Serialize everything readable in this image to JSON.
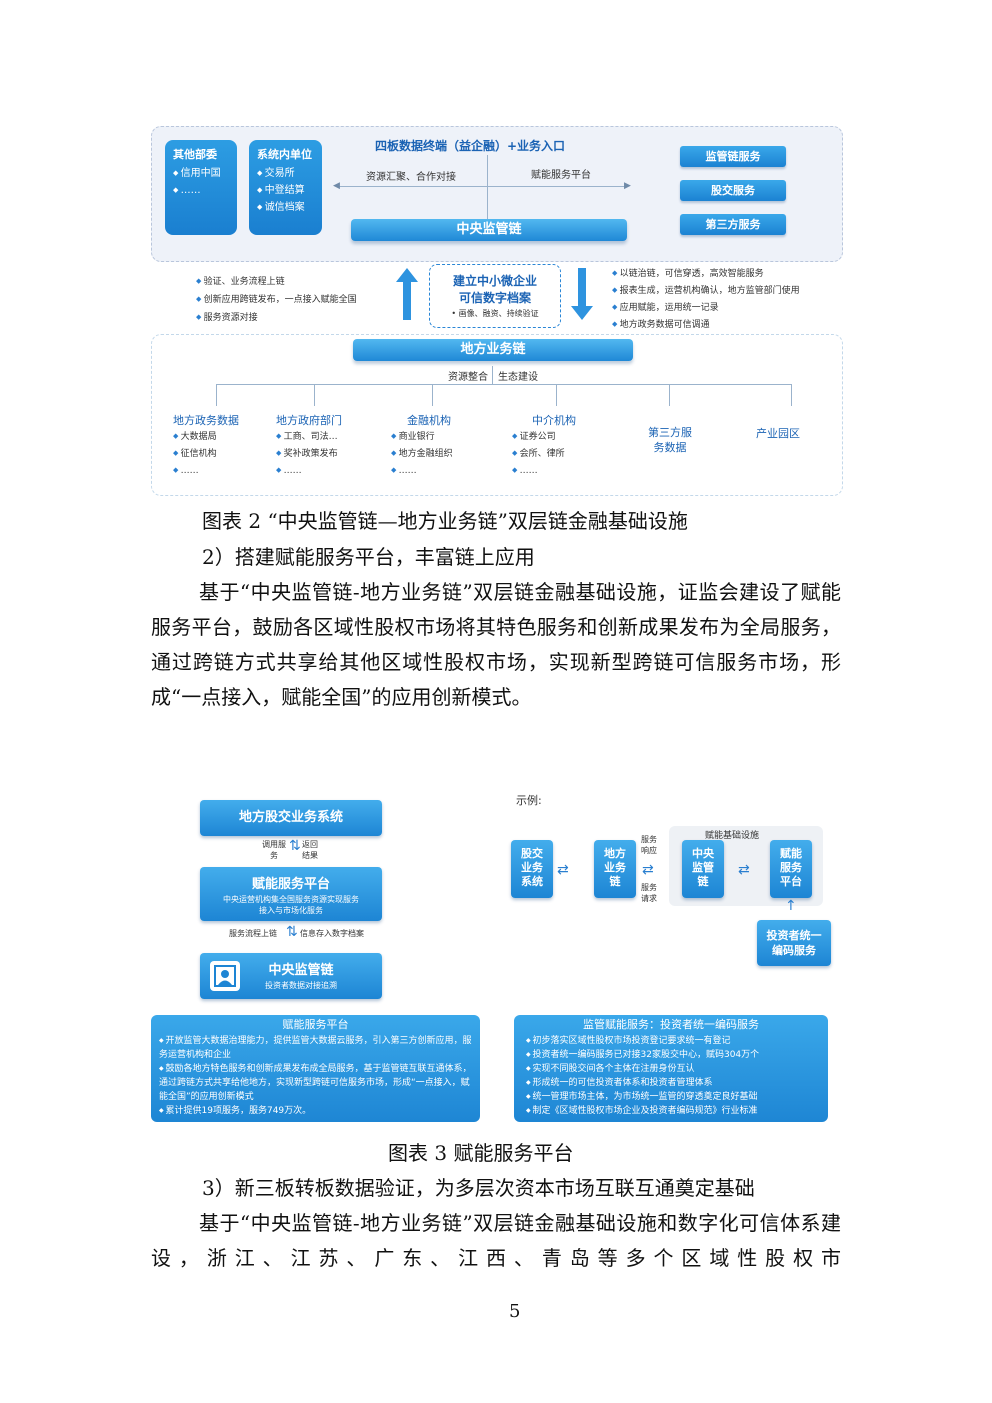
{
  "fig2": {
    "top_title": "四板数据终端（益企融）+业务入口",
    "left_arrow_text": "资源汇聚、合作对接",
    "right_arrow_text": "赋能服务平台",
    "box_other": {
      "title": "其他部委",
      "items": [
        "信用中国",
        "……"
      ]
    },
    "box_system": {
      "title": "系统内单位",
      "items": [
        "交易所",
        "中登结算",
        "诚信档案"
      ]
    },
    "central_chain": "中央监管链",
    "right_buttons": [
      "监管链服务",
      "股交服务",
      "第三方服务"
    ],
    "center_box_title": [
      "建立中小微企业",
      "可信数字档案"
    ],
    "center_box_sub": "• 画像、融资、持续验证",
    "left_notes": [
      "验证、业务流程上链",
      "创新应用跨链发布，一点接入赋能全国",
      "服务资源对接"
    ],
    "right_notes": [
      "以链治链，可信穿透，高效智能服务",
      "报表生成，运营机构确认，地方监管部门使用",
      "应用赋能，运用统一记录",
      "地方政务数据可信调通"
    ],
    "local_chain": "地方业务链",
    "local_sub": [
      "资源整合",
      "生态建设"
    ],
    "categories": [
      {
        "title": "地方政务数据",
        "items": [
          "大数据局",
          "征信机构",
          "……"
        ]
      },
      {
        "title": "地方政府部门",
        "items": [
          "工商、司法…",
          "奖补政策发布",
          "……"
        ]
      },
      {
        "title": "金融机构",
        "items": [
          "商业银行",
          "地方金融组织",
          "……"
        ]
      },
      {
        "title": "中介机构",
        "items": [
          "证券公司",
          "会所、律所",
          "……"
        ]
      },
      {
        "title": "第三方服务数据",
        "items": []
      },
      {
        "title": "产业园区",
        "items": []
      }
    ]
  },
  "caption2": "图表 2 “中央监管链—地方业务链”双层链金融基础设施",
  "section2_heading": "2）搭建赋能服务平台，丰富链上应用",
  "para2": "基于“中央监管链-地方业务链”双层链金融基础设施，证监会建设了赋能服务平台，鼓励各区域性股权市场将其特色服务和创新成果发布为全局服务，通过跨链方式共享给其他区域性股权市场，实现新型跨链可信服务市场，形成“一点接入，赋能全国”的应用创新模式。",
  "fig3": {
    "left_top": "地方股交业务系统",
    "arrow_left_1": "调用服务",
    "arrow_right_1": "返回结果",
    "platform_title": "赋能服务平台",
    "platform_sub": "中央运营机构集全国服务资源实现服务接入与市场化服务",
    "arrow_left_2": "服务流程上链",
    "arrow_right_2": "信息存入数字档案",
    "central_title": "中央监管链",
    "central_sub": "投资者数据对接追溯",
    "example_label": "示例:",
    "ex_gujiao": "股交业务系统",
    "ex_local": "地方业务链",
    "ex_arrow_top": "服务响应",
    "ex_arrow_bottom": "服务请求",
    "ex_infra": "赋能基础设施",
    "ex_central": "中央监管链",
    "ex_platform": "赋能服务平台",
    "ex_investor": "投资者统一编码服务",
    "info_left": {
      "title": "赋能服务平台",
      "items": [
        "开放监管大数据治理能力，提供监管大数据云服务，引入第三方创新应用，服务运营机构和企业",
        "鼓励各地方特色服务和创新成果发布成全局服务，基于监管链互联互通体系，通过跨链方式共享给他地方，实现新型跨链可信服务市场，形成“一点接入，赋能全国”的应用创新模式",
        "累计提供19项服务，服务749万次。"
      ]
    },
    "info_right": {
      "title": "监管赋能服务：投资者统一编码服务",
      "items": [
        "初步落实区域性股权市场投资登记要求统一有登记",
        "投资者统一编码服务已对接32家股交中心，赋码304万个",
        "实现不同股交间各个主体在注册身份互认",
        "形成统一的可信投资者体系和投资者管理体系",
        "统一管理市场主体，为市场统一监管的穿透奠定良好基础",
        "制定《区域性股权市场企业及投资者编码规范》行业标准"
      ]
    }
  },
  "caption3": "图表 3 赋能服务平台",
  "section3_heading": "3）新三板转板数据验证，为多层次资本市场互联互通奠定基础",
  "para3": "基于“中央监管链-地方业务链”双层链金融基础设施和数字化可信体系建设，浙江、江苏、广东、江西、青岛等多个区域性股权市",
  "page_number": "5"
}
